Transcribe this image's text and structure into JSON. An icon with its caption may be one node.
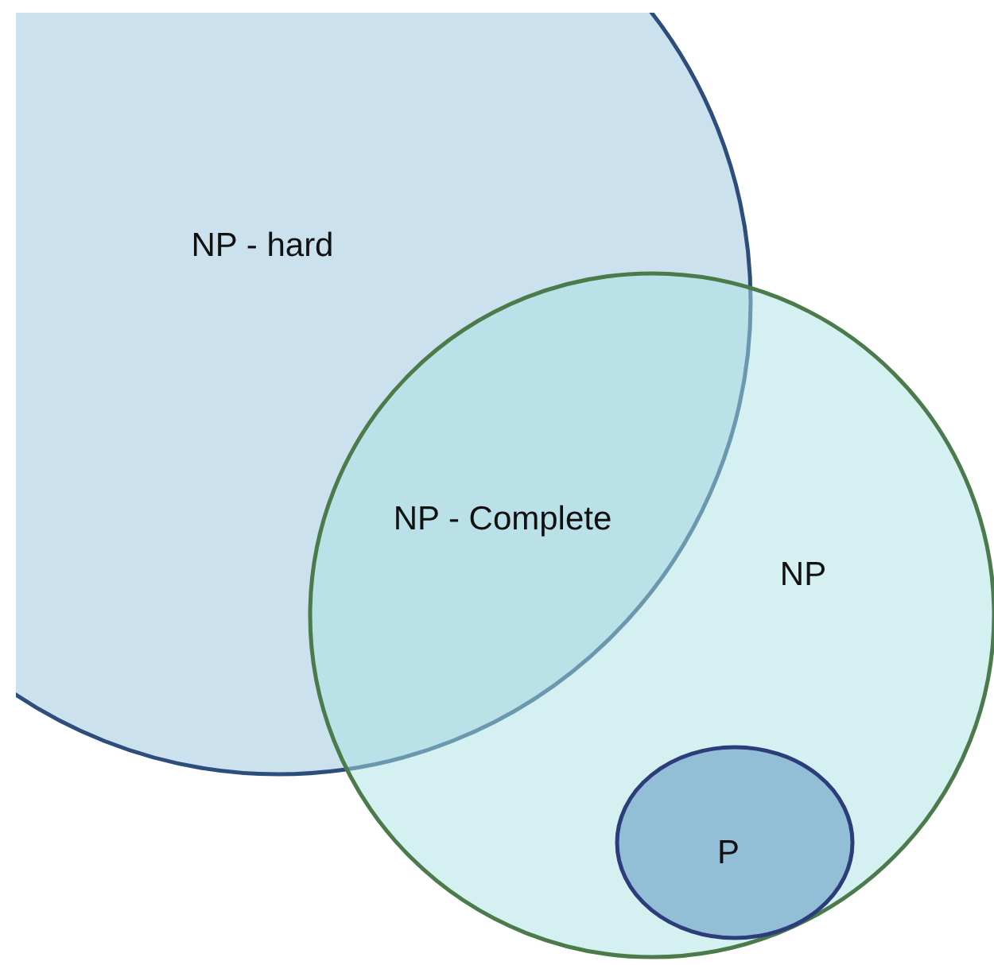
{
  "diagram": {
    "nodes": [
      {
        "text": [
          "NP - hard"
        ]
      },
      {
        "text": [
          "NP"
        ]
      },
      {
        "text": [
          "P"
        ],
        "in": 1
      }
    ],
    "labels": [
      "NP - Complete"
    ]
  }
}
